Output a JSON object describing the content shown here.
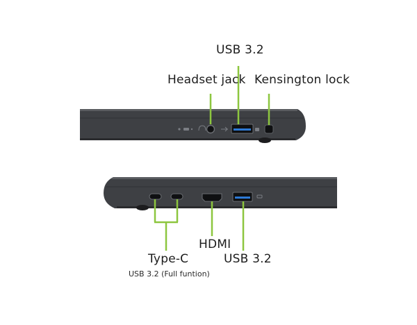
{
  "accent_color": "#8dc63f",
  "chassis_color": "#3e4044",
  "top_view": {
    "usb_upper_label": "USB 3.2",
    "headset_label": "Headset jack",
    "kensington_label": "Kensington lock"
  },
  "bottom_view": {
    "hdmi_label": "HDMI",
    "typec_label": "Type-C",
    "typec_sublabel": "USB 3.2 (Full funtion)",
    "usb_lower_label": "USB 3.2"
  }
}
